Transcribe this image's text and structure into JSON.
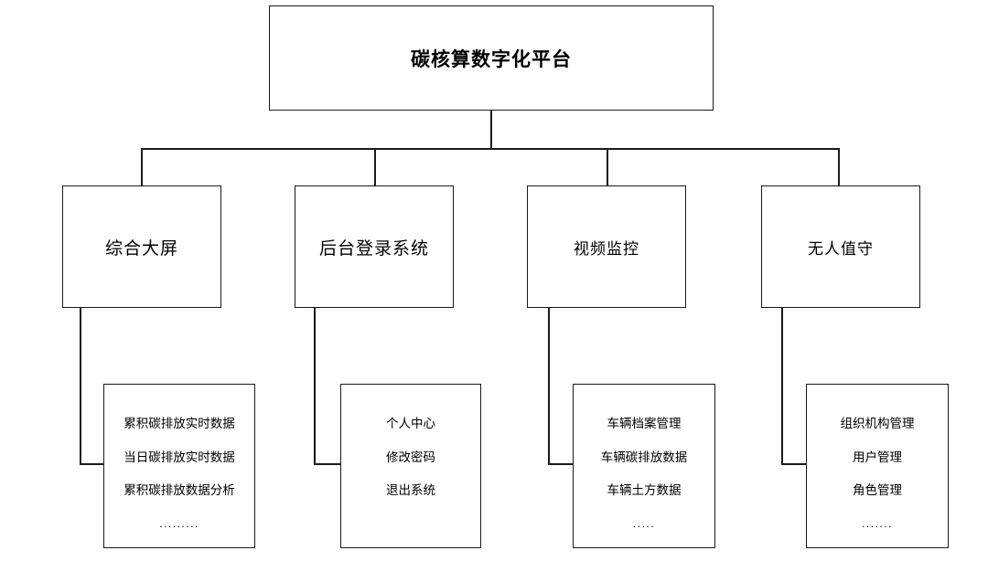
{
  "diagram": {
    "type": "hierarchy-tree",
    "title": "碳核算数字化平台",
    "root": {
      "label": "碳核算数字化平台"
    },
    "branches": [
      {
        "label": "综合大屏"
      },
      {
        "label": "后台登录系统"
      },
      {
        "label": "视频监控"
      },
      {
        "label": "无人值守"
      }
    ],
    "leaves": [
      {
        "items": [
          "累积碳排放实时数据",
          "当日碳排放实时数据",
          "累积碳排放数据分析",
          "........."
        ]
      },
      {
        "items": [
          "个人中心",
          "修改密码",
          "退出系统"
        ]
      },
      {
        "items": [
          "车辆档案管理",
          "车辆碳排放数据",
          "车辆土方数据",
          "....."
        ]
      },
      {
        "items": [
          "组织机构管理",
          "用户管理",
          "角色管理",
          "......."
        ]
      }
    ],
    "colors": {
      "stroke": "#1a1a1a",
      "background": "#ffffff",
      "text": "#000000"
    }
  }
}
